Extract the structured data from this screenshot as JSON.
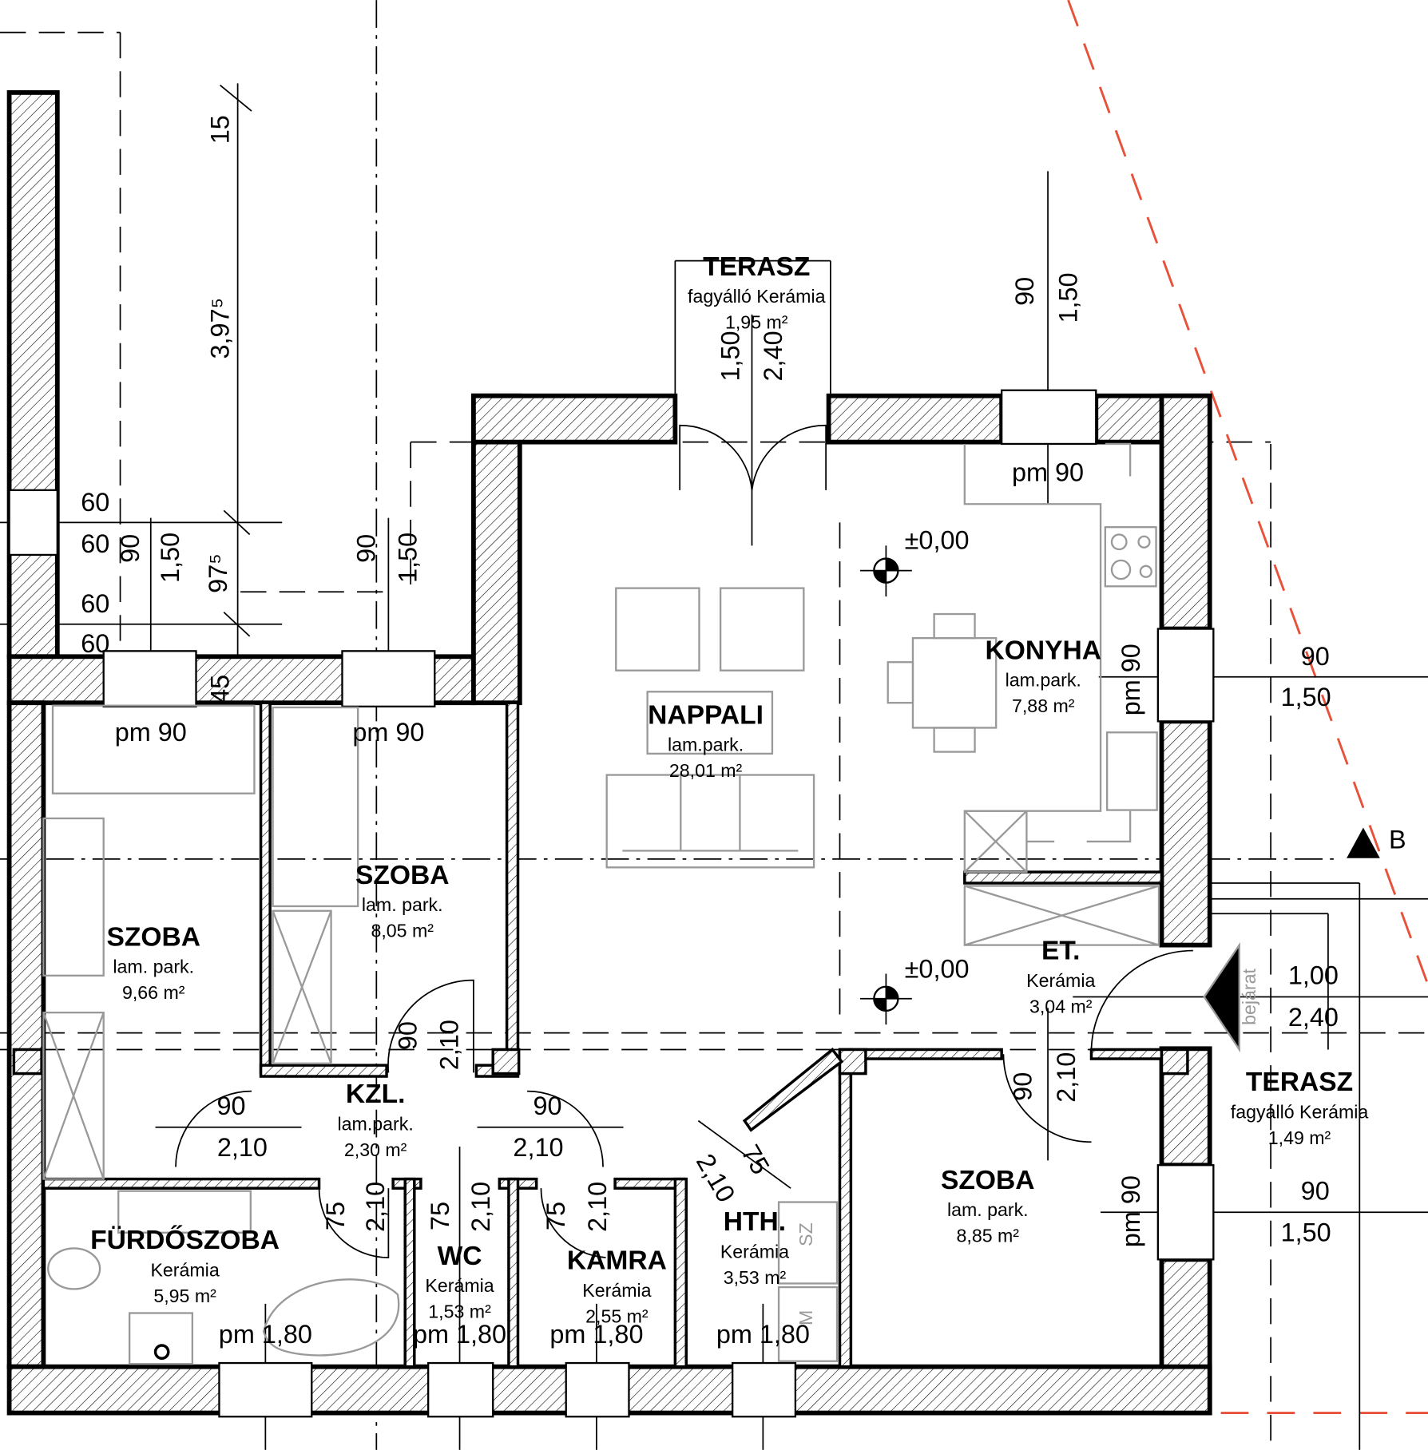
{
  "title": "Alaprajz",
  "colors": {
    "line": "#000000",
    "furniture": "#999999",
    "section_line": "#e8513a"
  },
  "rooms": {
    "terasz_top": {
      "name": "TERASZ",
      "floor": "fagyálló Kerámia",
      "area": "1,95 m²"
    },
    "nappali": {
      "name": "NAPPALI",
      "floor": "lam.park.",
      "area": "28,01 m²"
    },
    "konyha": {
      "name": "KONYHA",
      "floor": "lam.park.",
      "area": "7,88 m²"
    },
    "szoba_left": {
      "name": "SZOBA",
      "floor": "lam. park.",
      "area": "9,66 m²"
    },
    "szoba_mid": {
      "name": "SZOBA",
      "floor": "lam. park.",
      "area": "8,05 m²"
    },
    "et": {
      "name": "ET.",
      "floor": "Kerámia",
      "area": "3,04 m²"
    },
    "kzl": {
      "name": "KZL.",
      "floor": "lam.park.",
      "area": "2,30 m²"
    },
    "szoba_right": {
      "name": "SZOBA",
      "floor": "lam. park.",
      "area": "8,85 m²"
    },
    "terasz_right": {
      "name": "TERASZ",
      "floor": "fagyálló Kerámia",
      "area": "1,49 m²"
    },
    "furdoszoba": {
      "name": "FÜRDŐSZOBA",
      "floor": "Kerámia",
      "area": "5,95 m²"
    },
    "wc": {
      "name": "WC",
      "floor": "Kerámia",
      "area": "1,53 m²"
    },
    "kamra": {
      "name": "KAMRA",
      "floor": "Kerámia",
      "area": "2,55 m²"
    },
    "hth": {
      "name": "HTH.",
      "floor": "Kerámia",
      "area": "3,53 m²"
    }
  },
  "levels": [
    "±0,00",
    "±0,00"
  ],
  "dimensions": [
    "pm 90",
    "pm 90",
    "pm 90",
    "pm 90",
    "pm 90",
    "pm 1,80",
    "pm 1,80",
    "pm 1,80",
    "pm 1,80",
    "90",
    "1,50",
    "1,00",
    "2,40",
    "90",
    "1,50",
    "90",
    "1,50",
    "1,50",
    "2,40",
    "60",
    "60",
    "60",
    "60",
    "90",
    "1,50",
    "97⁵",
    "90",
    "1,50",
    "15",
    "3,97⁵",
    "45",
    "90",
    "2,10",
    "90",
    "2,10",
    "90",
    "2,10",
    "75",
    "2,10",
    "75",
    "2,10",
    "75",
    "2,10",
    "2,10",
    "75",
    "90",
    "2,10"
  ],
  "section_marker": "B",
  "entrance_label": "bejárat",
  "fixture_labels": [
    "SZ",
    "M"
  ]
}
